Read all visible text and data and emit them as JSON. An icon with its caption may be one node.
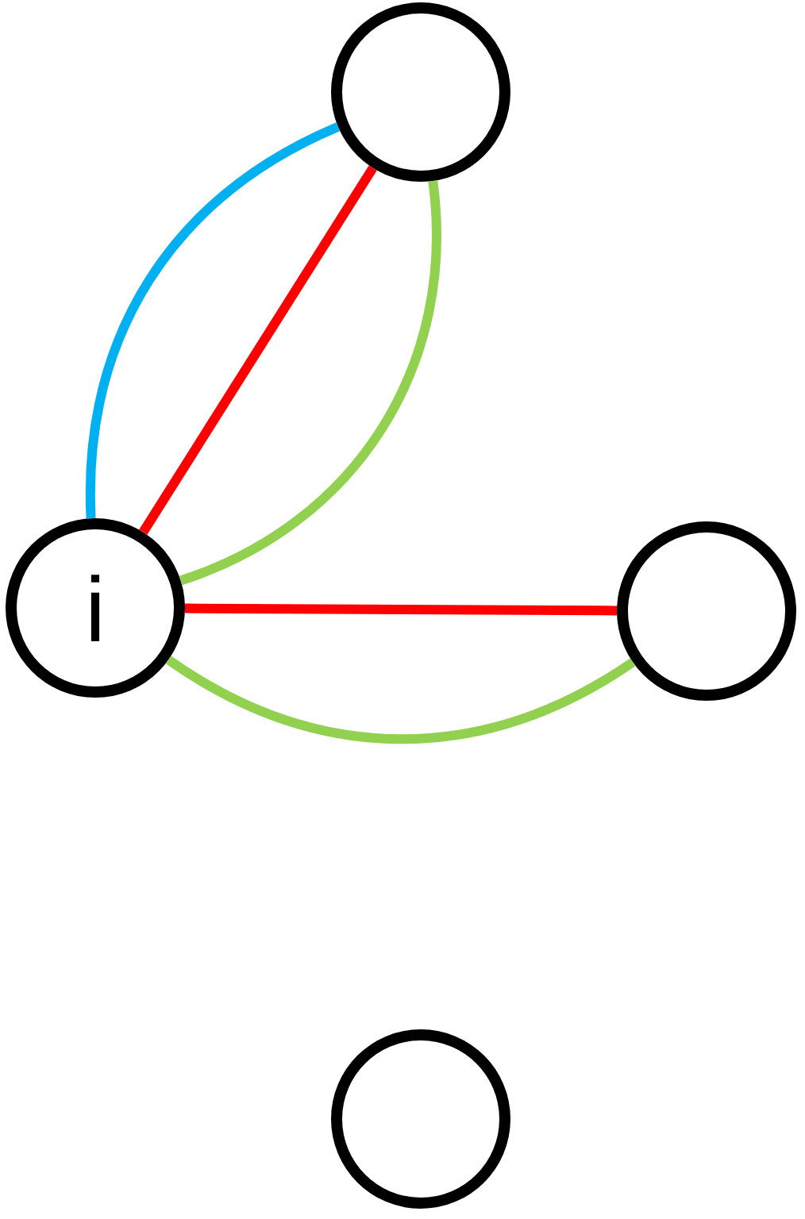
{
  "diagram": {
    "nodes": [
      {
        "text": [],
        "shape": "circle"
      },
      {
        "text": [
          "i"
        ]
      },
      {
        "text": [],
        "shape": "circle"
      },
      {
        "text": [],
        "shape": "circle"
      }
    ],
    "edges": [
      {
        "from": 1,
        "to": 0,
        "arrow": "none",
        "color": "#00b0f0"
      },
      {
        "from": 1,
        "to": 0,
        "arrow": "none",
        "color": "#ff0000"
      },
      {
        "from": 1,
        "to": 0,
        "arrow": "none",
        "color": "#92d050"
      },
      {
        "from": 1,
        "to": 2,
        "arrow": "none",
        "color": "#ff0000"
      },
      {
        "from": 1,
        "to": 2,
        "arrow": "none",
        "color": "#92d050"
      }
    ]
  }
}
